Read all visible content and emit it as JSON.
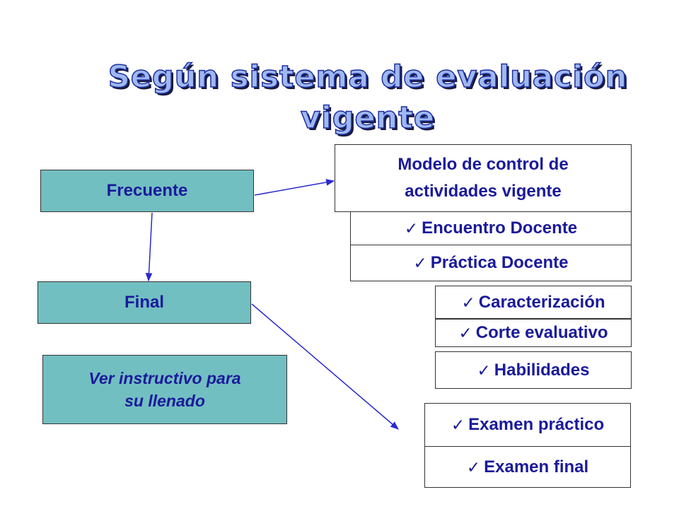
{
  "title": {
    "line1": "Según sistema de evaluación",
    "line2": "vigente"
  },
  "left_boxes": {
    "frecuente": "Frecuente",
    "final": "Final",
    "instructivo_line1": "Ver instructivo para",
    "instructivo_line2": "su llenado"
  },
  "right_panel": {
    "modelo_line1": "Modelo de control de",
    "modelo_line2": "actividades vigente",
    "encuentro": "Encuentro Docente",
    "practica": "Práctica Docente",
    "caracterizacion": "Caracterización",
    "corte": "Corte evaluativo",
    "habilidades": "Habilidades",
    "examen_practico": "Examen práctico",
    "examen_final": "Examen final"
  },
  "icons": {
    "check": "✓"
  },
  "colors": {
    "teal_box": "#72bfc2",
    "text_blue": "#1a1a9a",
    "arrow": "#2a2ad0",
    "title_fill": "#9fb8f0"
  }
}
